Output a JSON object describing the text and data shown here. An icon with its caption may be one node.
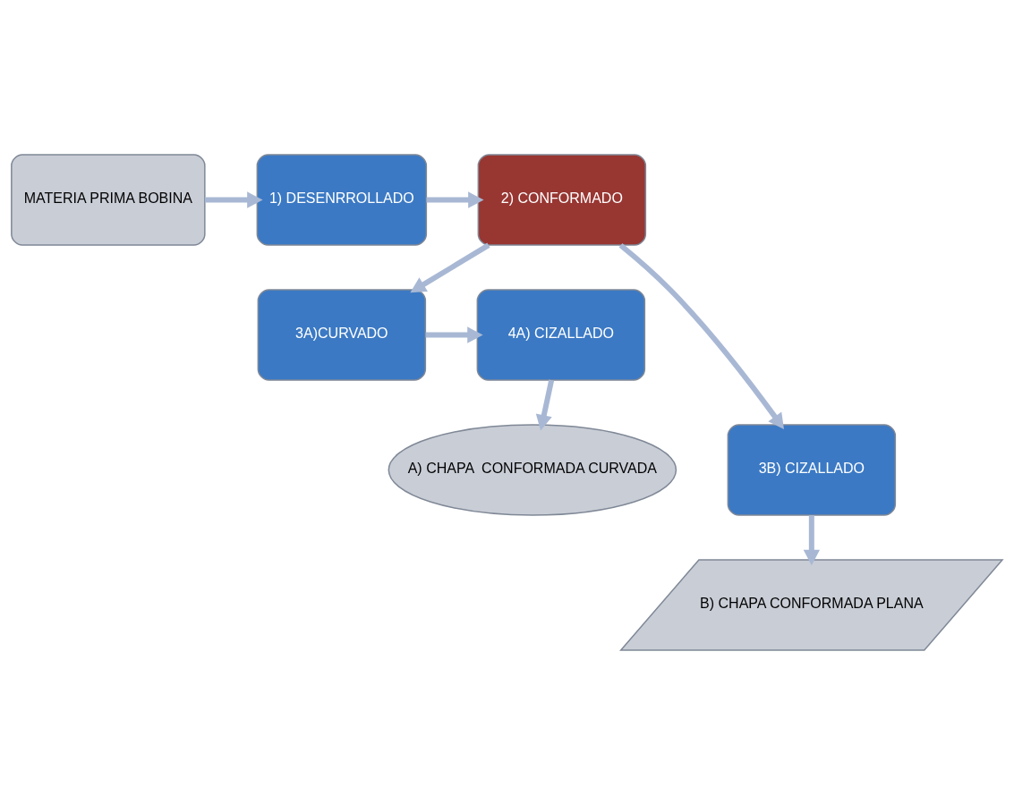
{
  "diagram": {
    "nodes": [
      {
        "text": [
          "MATERIA PRIMA BOBINA"
        ]
      },
      {
        "text": [
          "1) DESENRROLLADO"
        ]
      },
      {
        "text": [
          "2) CONFORMADO"
        ]
      },
      {
        "text": [
          "4A) CIZALLADO"
        ]
      },
      {
        "text": [
          "3A)CURVADO"
        ]
      },
      {
        "text": [
          "3B) CIZALLADO"
        ]
      },
      {
        "text": [
          "A) CHAPA  CONFORMADA CURVADA"
        ]
      },
      {
        "text": [
          "B) CHAPA CONFORMADA PLANA"
        ]
      }
    ],
    "edges": [
      {
        "from": 0,
        "to": 1,
        "arrow": "to"
      },
      {
        "from": 1,
        "to": 2,
        "arrow": "to"
      },
      {
        "from": 2,
        "to": 4,
        "arrow": "to"
      },
      {
        "from": 2,
        "to": 5,
        "arrow": "to"
      },
      {
        "from": 4,
        "to": 3,
        "arrow": "to"
      },
      {
        "from": 3,
        "to": 6,
        "arrow": "to"
      },
      {
        "from": 5,
        "to": 7,
        "arrow": "to"
      }
    ]
  }
}
